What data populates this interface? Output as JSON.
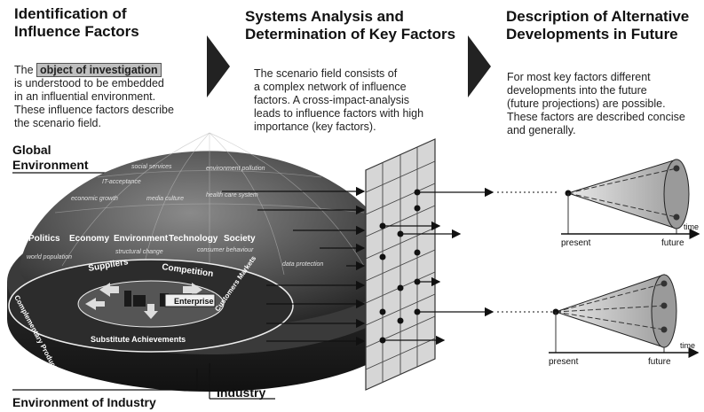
{
  "columns": [
    {
      "title_line1": "Identification of",
      "title_line2": "Influence Factors",
      "text_prefix": "The",
      "highlight": "object of investigation",
      "text_lines": [
        "is understood to be embedded",
        "in an influential environment.",
        "These influence factors describe",
        "the scenario field."
      ]
    },
    {
      "title_line1": "Systems Analysis and",
      "title_line2": "Determination of Key Factors",
      "text_lines": [
        "The scenario field consists of",
        "a complex network of influence",
        "factors. A cross-impact-analysis",
        "leads to influence factors with high",
        "importance (key factors)."
      ]
    },
    {
      "title_line1": "Description of Alternative",
      "title_line2": "Developments in Future",
      "text_lines": [
        "For most key factors different",
        "developments into the future",
        "(future projections) are possible.",
        "These factors are described concise",
        "and generally."
      ]
    }
  ],
  "dome": {
    "global_label_1": "Global",
    "global_label_2": "Environment",
    "industry_label": "Industry",
    "env_industry_label": "Environment of Industry",
    "main_factors": [
      "Politics",
      "Economy",
      "Environment",
      "Technology",
      "Society"
    ],
    "small_factors": [
      "social services",
      "environment pollution",
      "IT-acceptance",
      "economic growth",
      "media culture",
      "health care system",
      "consumer behaviour",
      "structural change",
      "world population",
      "data protection"
    ],
    "ring_labels": [
      "Suppliers",
      "Competition",
      "Complementary Products",
      "Customers Markets",
      "Substitute Achievements"
    ],
    "enterprise": "Enterprise"
  },
  "projections": [
    {
      "present": "present",
      "future": "future",
      "time": "time"
    },
    {
      "present": "present",
      "future": "future",
      "time": "time"
    }
  ],
  "colors": {
    "dark": "#2a2a2a",
    "mid": "#888888",
    "light": "#cfcfcf",
    "chevron": "#222222"
  }
}
